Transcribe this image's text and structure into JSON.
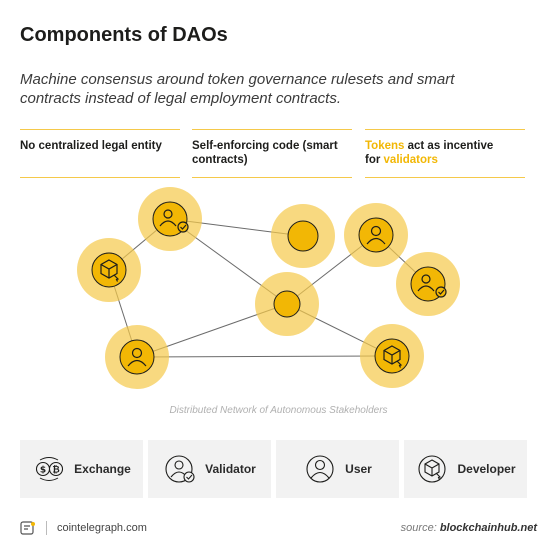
{
  "title": "Components of DAOs",
  "subtitle": "Machine consensus around token governance rulesets and smart contracts instead of legal employment contracts.",
  "columns": [
    {
      "text": "No centralized legal entity"
    },
    {
      "text": "Self-enforcing code (smart contracts)"
    },
    {
      "highlight1": "Tokens",
      "mid": " act as incentive",
      "line2a": "for ",
      "highlight2": "validators"
    }
  ],
  "diagram": {
    "caption": "Distributed Network of Autonomous Stakeholders",
    "node_color": "#f5c94a",
    "node_inner_color": "#f2b705",
    "nodes": [
      {
        "id": "validator-top",
        "icon": "validator-icon"
      },
      {
        "id": "plain-top",
        "icon": "none"
      },
      {
        "id": "user-top-right",
        "icon": "user-icon"
      },
      {
        "id": "validator-right",
        "icon": "validator-icon"
      },
      {
        "id": "developer-left",
        "icon": "developer-icon"
      },
      {
        "id": "center",
        "icon": "none"
      },
      {
        "id": "user-bottom-left",
        "icon": "user-icon"
      },
      {
        "id": "developer-bottom-right",
        "icon": "developer-icon"
      }
    ]
  },
  "legend": [
    {
      "label": "Exchange",
      "icon": "exchange-icon"
    },
    {
      "label": "Validator",
      "icon": "validator-icon"
    },
    {
      "label": "User",
      "icon": "user-icon"
    },
    {
      "label": "Developer",
      "icon": "developer-icon"
    }
  ],
  "footer": {
    "brand": "cointelegraph.com",
    "source_label": "source: ",
    "source_site": "blockchainhub.net"
  }
}
